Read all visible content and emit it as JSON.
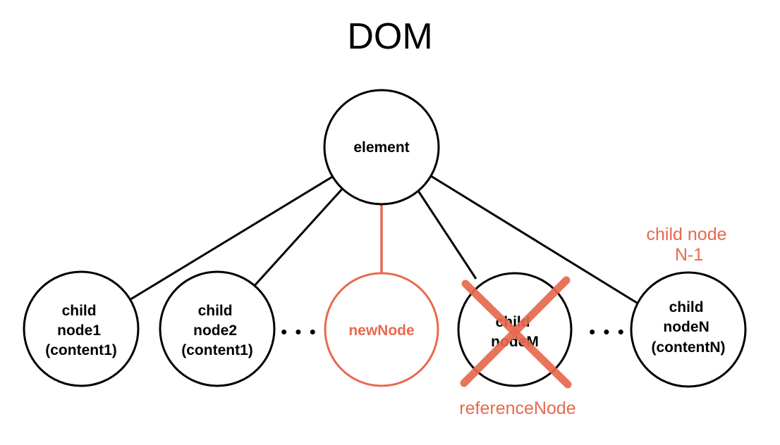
{
  "title": "DOM",
  "colors": {
    "accent": "#e8694f",
    "stroke": "#000000",
    "background": "#ffffff"
  },
  "nodes": {
    "root": {
      "label": "element"
    },
    "child1": {
      "lines": [
        "child",
        "node1",
        "(content1)"
      ]
    },
    "child2": {
      "lines": [
        "child",
        "node2",
        "(content1)"
      ]
    },
    "new_node": {
      "label": "newNode"
    },
    "child_m": {
      "lines": [
        "child",
        "nodeM"
      ]
    },
    "child_n": {
      "lines": [
        "child",
        "nodeN",
        "(contentN)"
      ]
    }
  },
  "ellipsis": "• • •",
  "annotations": {
    "reference_node": "referenceNode",
    "child_n_minus_1": [
      "child node",
      "N-1"
    ]
  }
}
